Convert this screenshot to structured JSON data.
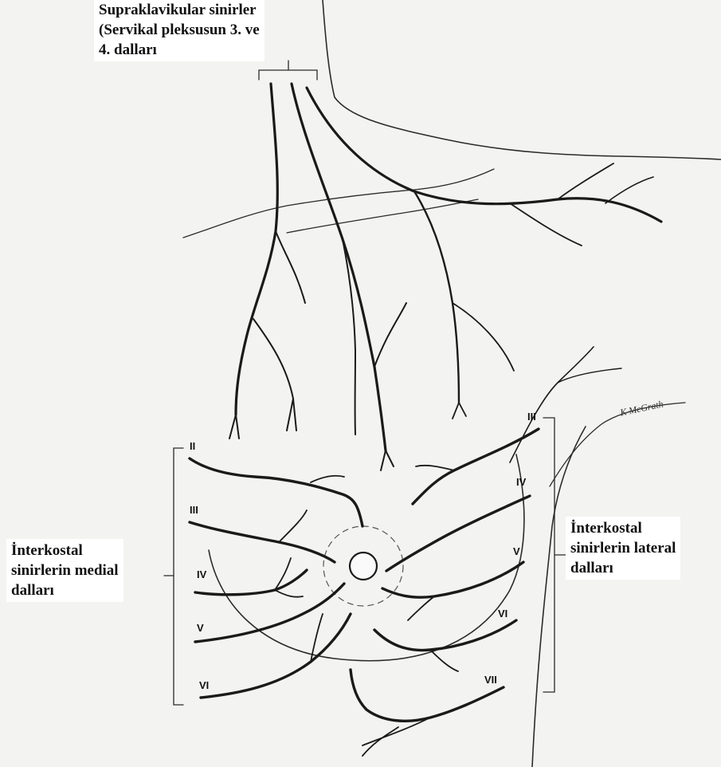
{
  "labels": {
    "supraclavicular": [
      "Supraklavikular sinirler",
      "(Servikal pleksusun 3. ve",
      "4. dalları"
    ],
    "medial": [
      "İnterkostal",
      "sinirlerin medial",
      "dalları"
    ],
    "lateral": [
      "İnterkostal",
      "sinirlerin lateral",
      "dalları"
    ]
  },
  "medial_numerals": [
    "II",
    "III",
    "IV",
    "V",
    "VI"
  ],
  "lateral_numerals": [
    "III",
    "IV",
    "V",
    "VI",
    "VII"
  ],
  "signature": "K McGrath"
}
